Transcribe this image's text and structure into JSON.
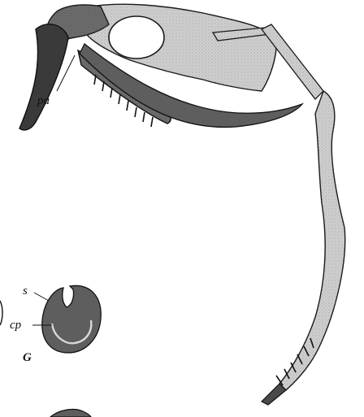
{
  "figure": {
    "labels": {
      "pa": "pa",
      "s": "s",
      "cp": "cp",
      "panel": "G"
    },
    "colors": {
      "dark_bone": "#3f3f3f",
      "mid_bone": "#6b6b6b",
      "light_bone": "#c9c9c9",
      "outline": "#1a1a1a",
      "background": "#ffffff"
    }
  }
}
